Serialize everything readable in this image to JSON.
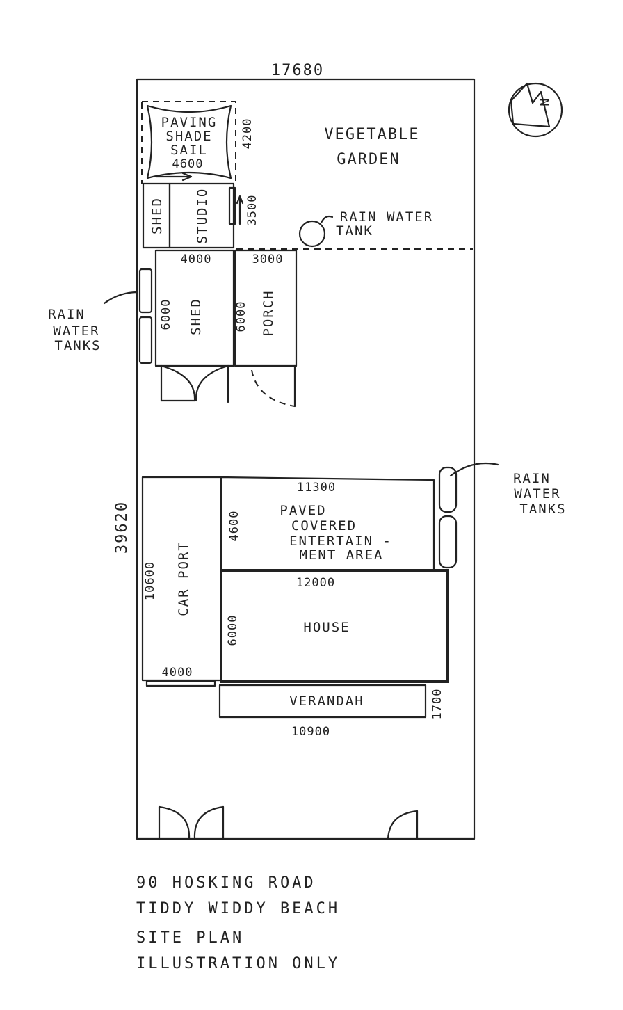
{
  "dimensions": {
    "site_width": "17680",
    "site_length": "39620",
    "shade_sail_depth": "4200",
    "studio_depth": "3500",
    "shed_width": "4000",
    "porch_width": "3000",
    "shed_length": "6000",
    "porch_length": "6000",
    "entertain_width": "11300",
    "entertain_depth": "4600",
    "carport_length": "10600",
    "carport_width": "4000",
    "house_width": "12000",
    "house_depth": "6000",
    "verandah_depth": "1700",
    "verandah_width": "10900"
  },
  "labels": {
    "paving_shade_sail": [
      "PAVING",
      "SHADE",
      "SAIL",
      "4600"
    ],
    "veg_garden": [
      "VEGETABLE",
      "GARDEN"
    ],
    "rain_water_tank": [
      "RAIN WATER",
      "TANK"
    ],
    "small_shed": "SHED",
    "studio": "STUDIO",
    "shed": "SHED",
    "porch": "PORCH",
    "rain_water_tanks_left": [
      "RAIN",
      "WATER",
      "TANKS"
    ],
    "rain_water_tanks_right": [
      "RAIN",
      "WATER",
      "TANKS"
    ],
    "entertain": [
      "PAVED",
      "COVERED",
      "ENTERTAIN -",
      "MENT AREA"
    ],
    "carport": "CAR PORT",
    "house": "HOUSE",
    "verandah": "VERANDAH",
    "north_letter": "N"
  },
  "title_block": {
    "line1": "90 HOSKING ROAD",
    "line2": "TIDDY WIDDY BEACH",
    "line3": "SITE PLAN",
    "line4": "ILLUSTRATION ONLY"
  }
}
